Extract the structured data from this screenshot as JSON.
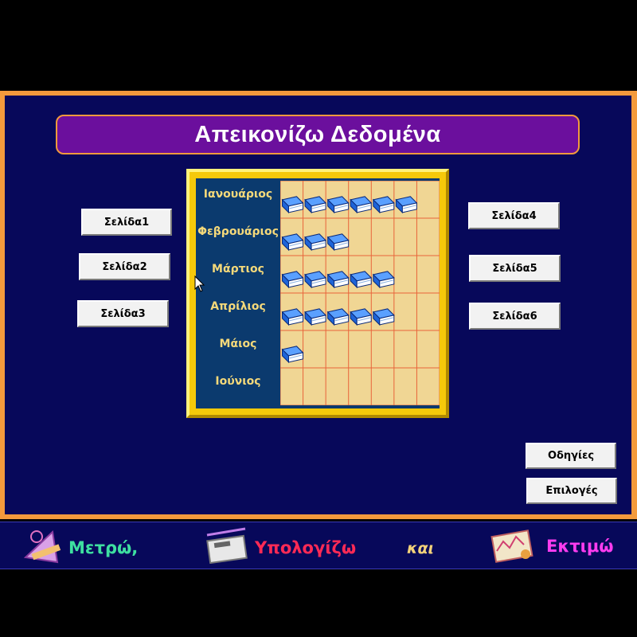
{
  "title": "Απεικονίζω Δεδομένα",
  "nav_left": [
    {
      "label": "Σελίδα1"
    },
    {
      "label": "Σελίδα2"
    },
    {
      "label": "Σελίδα3"
    }
  ],
  "nav_right": [
    {
      "label": "Σελίδα4"
    },
    {
      "label": "Σελίδα5"
    },
    {
      "label": "Σελίδα6"
    }
  ],
  "actions": {
    "instructions": "Οδηγίες",
    "options": "Επιλογές"
  },
  "colors": {
    "background": "#07085a",
    "frame": "#f39a3c",
    "title_bar": "#6b0f9d",
    "grid_cell": "#f0d694",
    "grid_line": "#e8643a",
    "book": "#1e64d8"
  },
  "chart_data": {
    "type": "table",
    "categories": [
      "Ιανουάριος",
      "Φεβρουάριος",
      "Μάρτιος",
      "Απρίλιος",
      "Μάιος",
      "Ιούνιος"
    ],
    "values": [
      6,
      3,
      5,
      5,
      1,
      0
    ],
    "grid_columns": 7,
    "icon": "book-icon"
  },
  "footer": {
    "measure": "Μετρώ,",
    "calculate": "Υπολογίζω",
    "and": "και",
    "estimate": "Εκτιμώ"
  }
}
